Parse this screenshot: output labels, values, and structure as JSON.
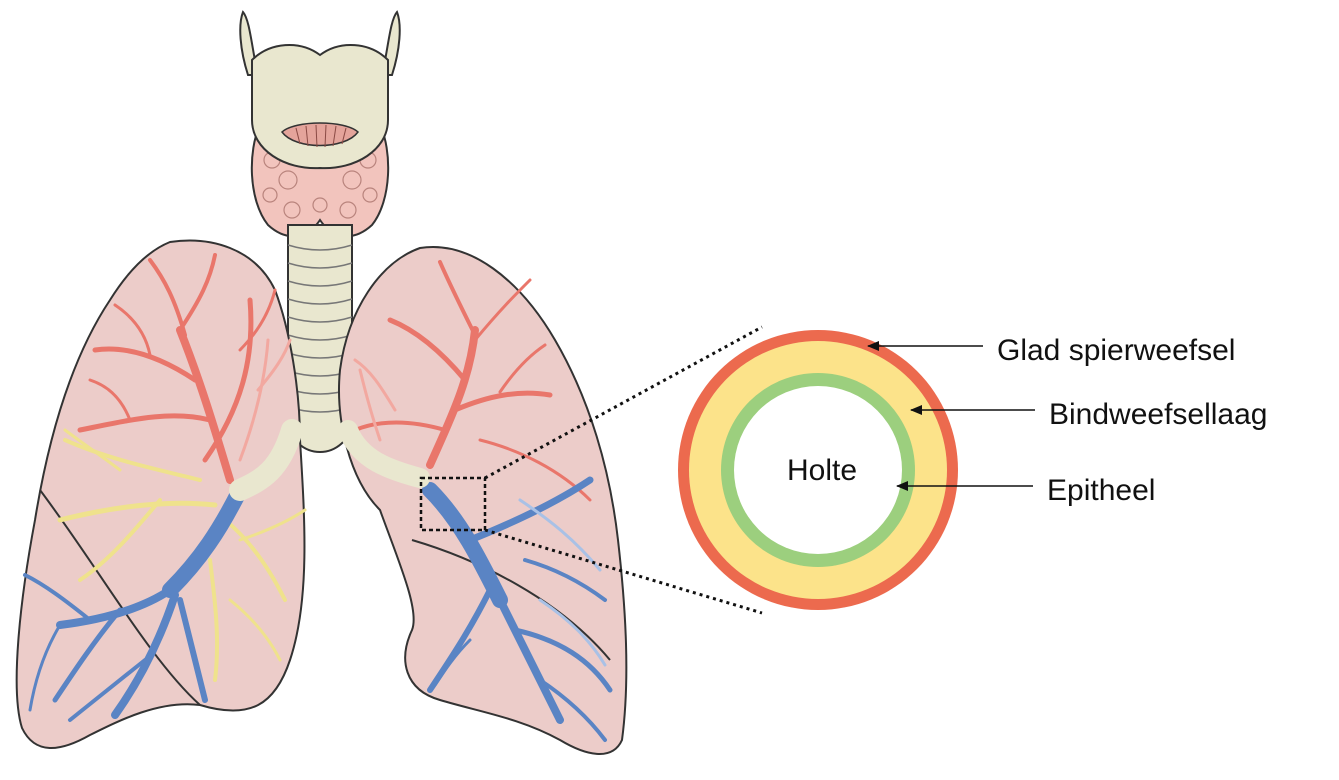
{
  "labels": {
    "cavity": "Holte",
    "muscle": "Glad spierweefsel",
    "connective": "Bindweefsellaag",
    "epithelium": "Epitheel"
  },
  "colors": {
    "muscle_layer": "#ec6a4e",
    "connective_layer": "#fce38a",
    "epithelium_layer": "#9ccf7e",
    "lumen": "#ffffff",
    "lung_tissue": "#ecccc9",
    "trachea": "#e9e7cf",
    "thyroid": "#f2c4bd",
    "artery": "#e9766b",
    "vein": "#5a84c4",
    "bronchi_yellow": "#efe28c"
  },
  "icons": [
    "lungs-illustration",
    "bronchus-cross-section"
  ]
}
